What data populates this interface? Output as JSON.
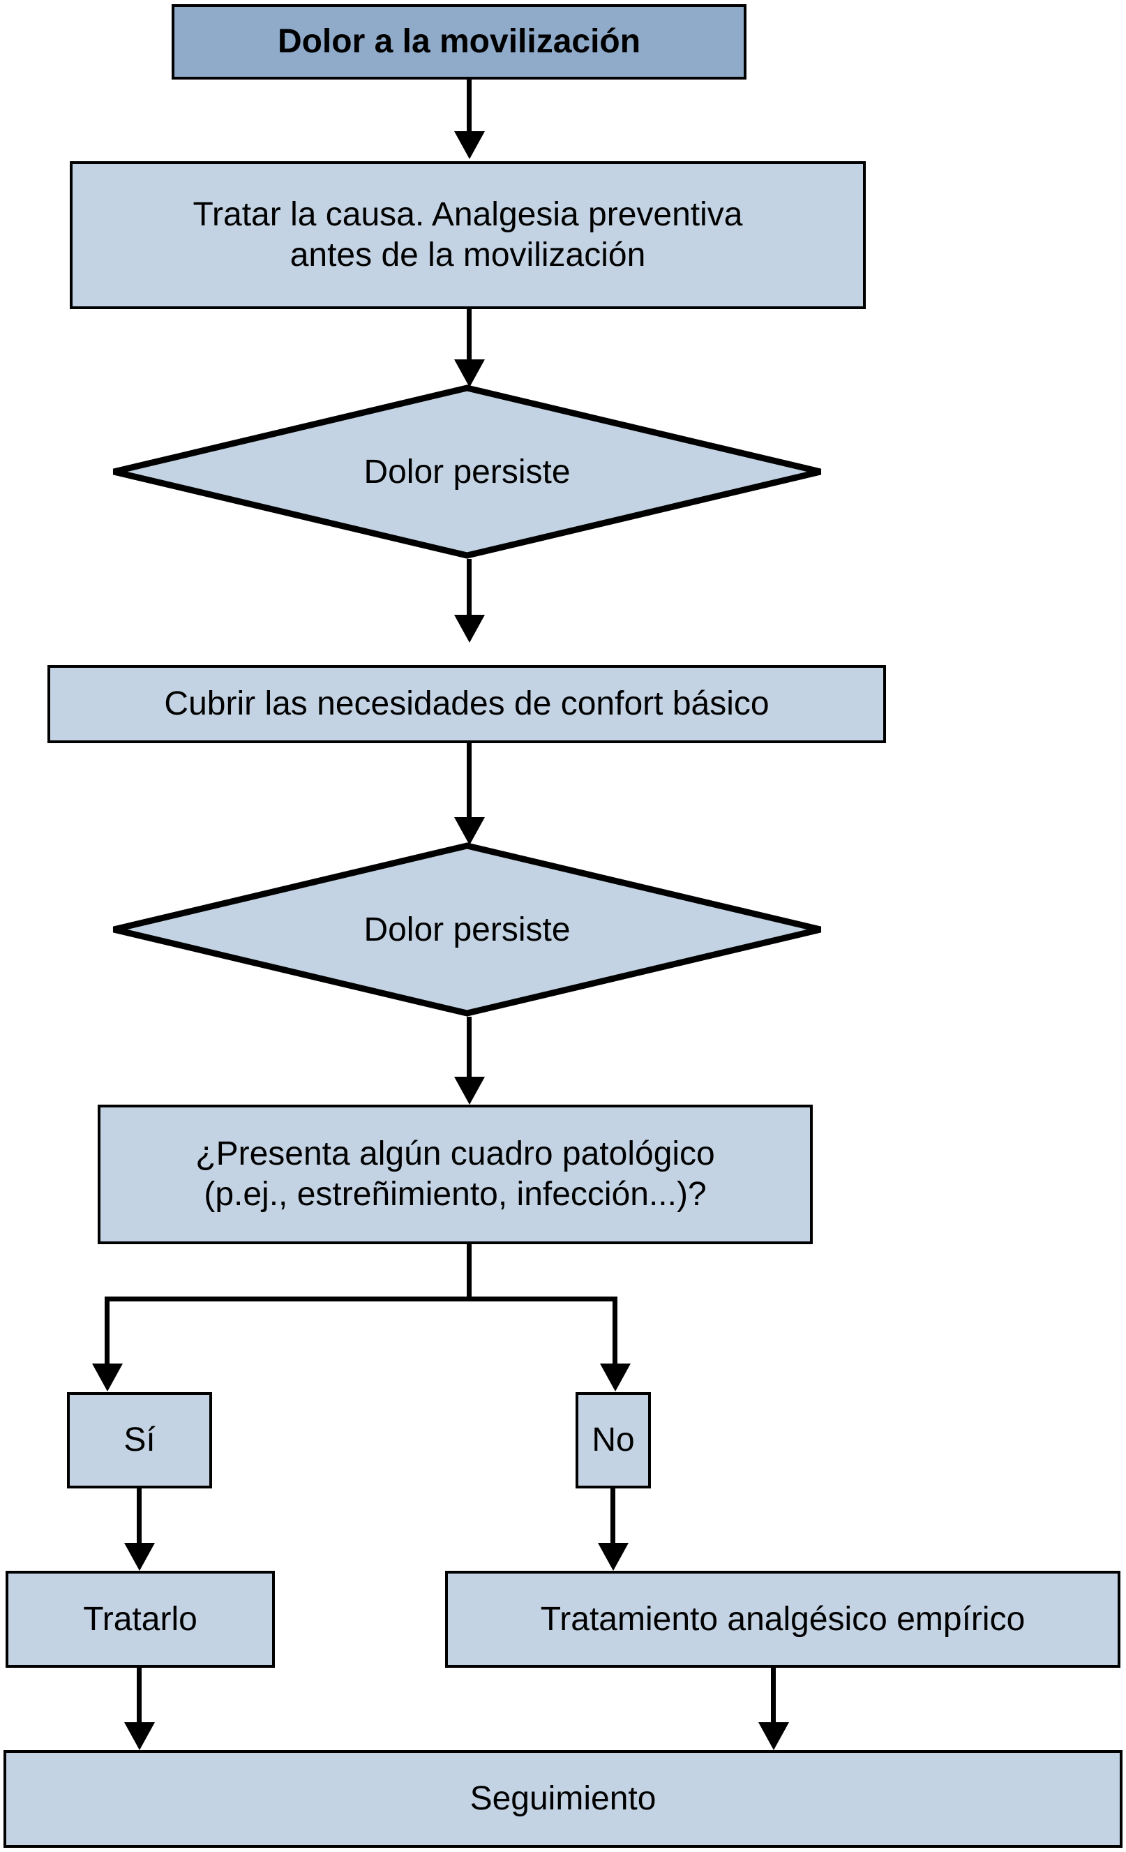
{
  "diagram": {
    "title": "Dolor a la movilización",
    "type": "flowchart",
    "colors": {
      "header_fill": "#8fabc9",
      "node_fill": "#c3d3e3",
      "stroke": "#000000",
      "background": "#ffffff"
    },
    "nodes": [
      {
        "id": "header",
        "shape": "rect",
        "label": "Dolor a la movilización",
        "bold": true
      },
      {
        "id": "tratar-causa",
        "shape": "rect",
        "label": "Tratar la causa. Analgesia preventiva\nantes de la movilización"
      },
      {
        "id": "dolor-persiste-1",
        "shape": "diamond",
        "label": "Dolor persiste"
      },
      {
        "id": "confort-basico",
        "shape": "rect",
        "label": "Cubrir las necesidades de confort básico"
      },
      {
        "id": "dolor-persiste-2",
        "shape": "diamond",
        "label": "Dolor persiste"
      },
      {
        "id": "cuadro-patologico",
        "shape": "rect",
        "label": "¿Presenta algún cuadro patológico\n(p.ej., estreñimiento, infección...)?"
      },
      {
        "id": "si",
        "shape": "rect",
        "label": "Sí"
      },
      {
        "id": "no",
        "shape": "rect",
        "label": "No"
      },
      {
        "id": "tratarlo",
        "shape": "rect",
        "label": "Tratarlo"
      },
      {
        "id": "tratamiento-empirico",
        "shape": "rect",
        "label": "Tratamiento analgésico empírico"
      },
      {
        "id": "seguimiento",
        "shape": "rect",
        "label": "Seguimiento"
      }
    ],
    "edges": [
      {
        "from": "header",
        "to": "tratar-causa",
        "label": ""
      },
      {
        "from": "tratar-causa",
        "to": "dolor-persiste-1",
        "label": ""
      },
      {
        "from": "dolor-persiste-1",
        "to": "confort-basico",
        "label": ""
      },
      {
        "from": "confort-basico",
        "to": "dolor-persiste-2",
        "label": ""
      },
      {
        "from": "dolor-persiste-2",
        "to": "cuadro-patologico",
        "label": ""
      },
      {
        "from": "cuadro-patologico",
        "to": "si",
        "label": ""
      },
      {
        "from": "cuadro-patologico",
        "to": "no",
        "label": ""
      },
      {
        "from": "si",
        "to": "tratarlo",
        "label": ""
      },
      {
        "from": "no",
        "to": "tratamiento-empirico",
        "label": ""
      },
      {
        "from": "tratarlo",
        "to": "seguimiento",
        "label": ""
      },
      {
        "from": "tratamiento-empirico",
        "to": "seguimiento",
        "label": ""
      }
    ]
  }
}
